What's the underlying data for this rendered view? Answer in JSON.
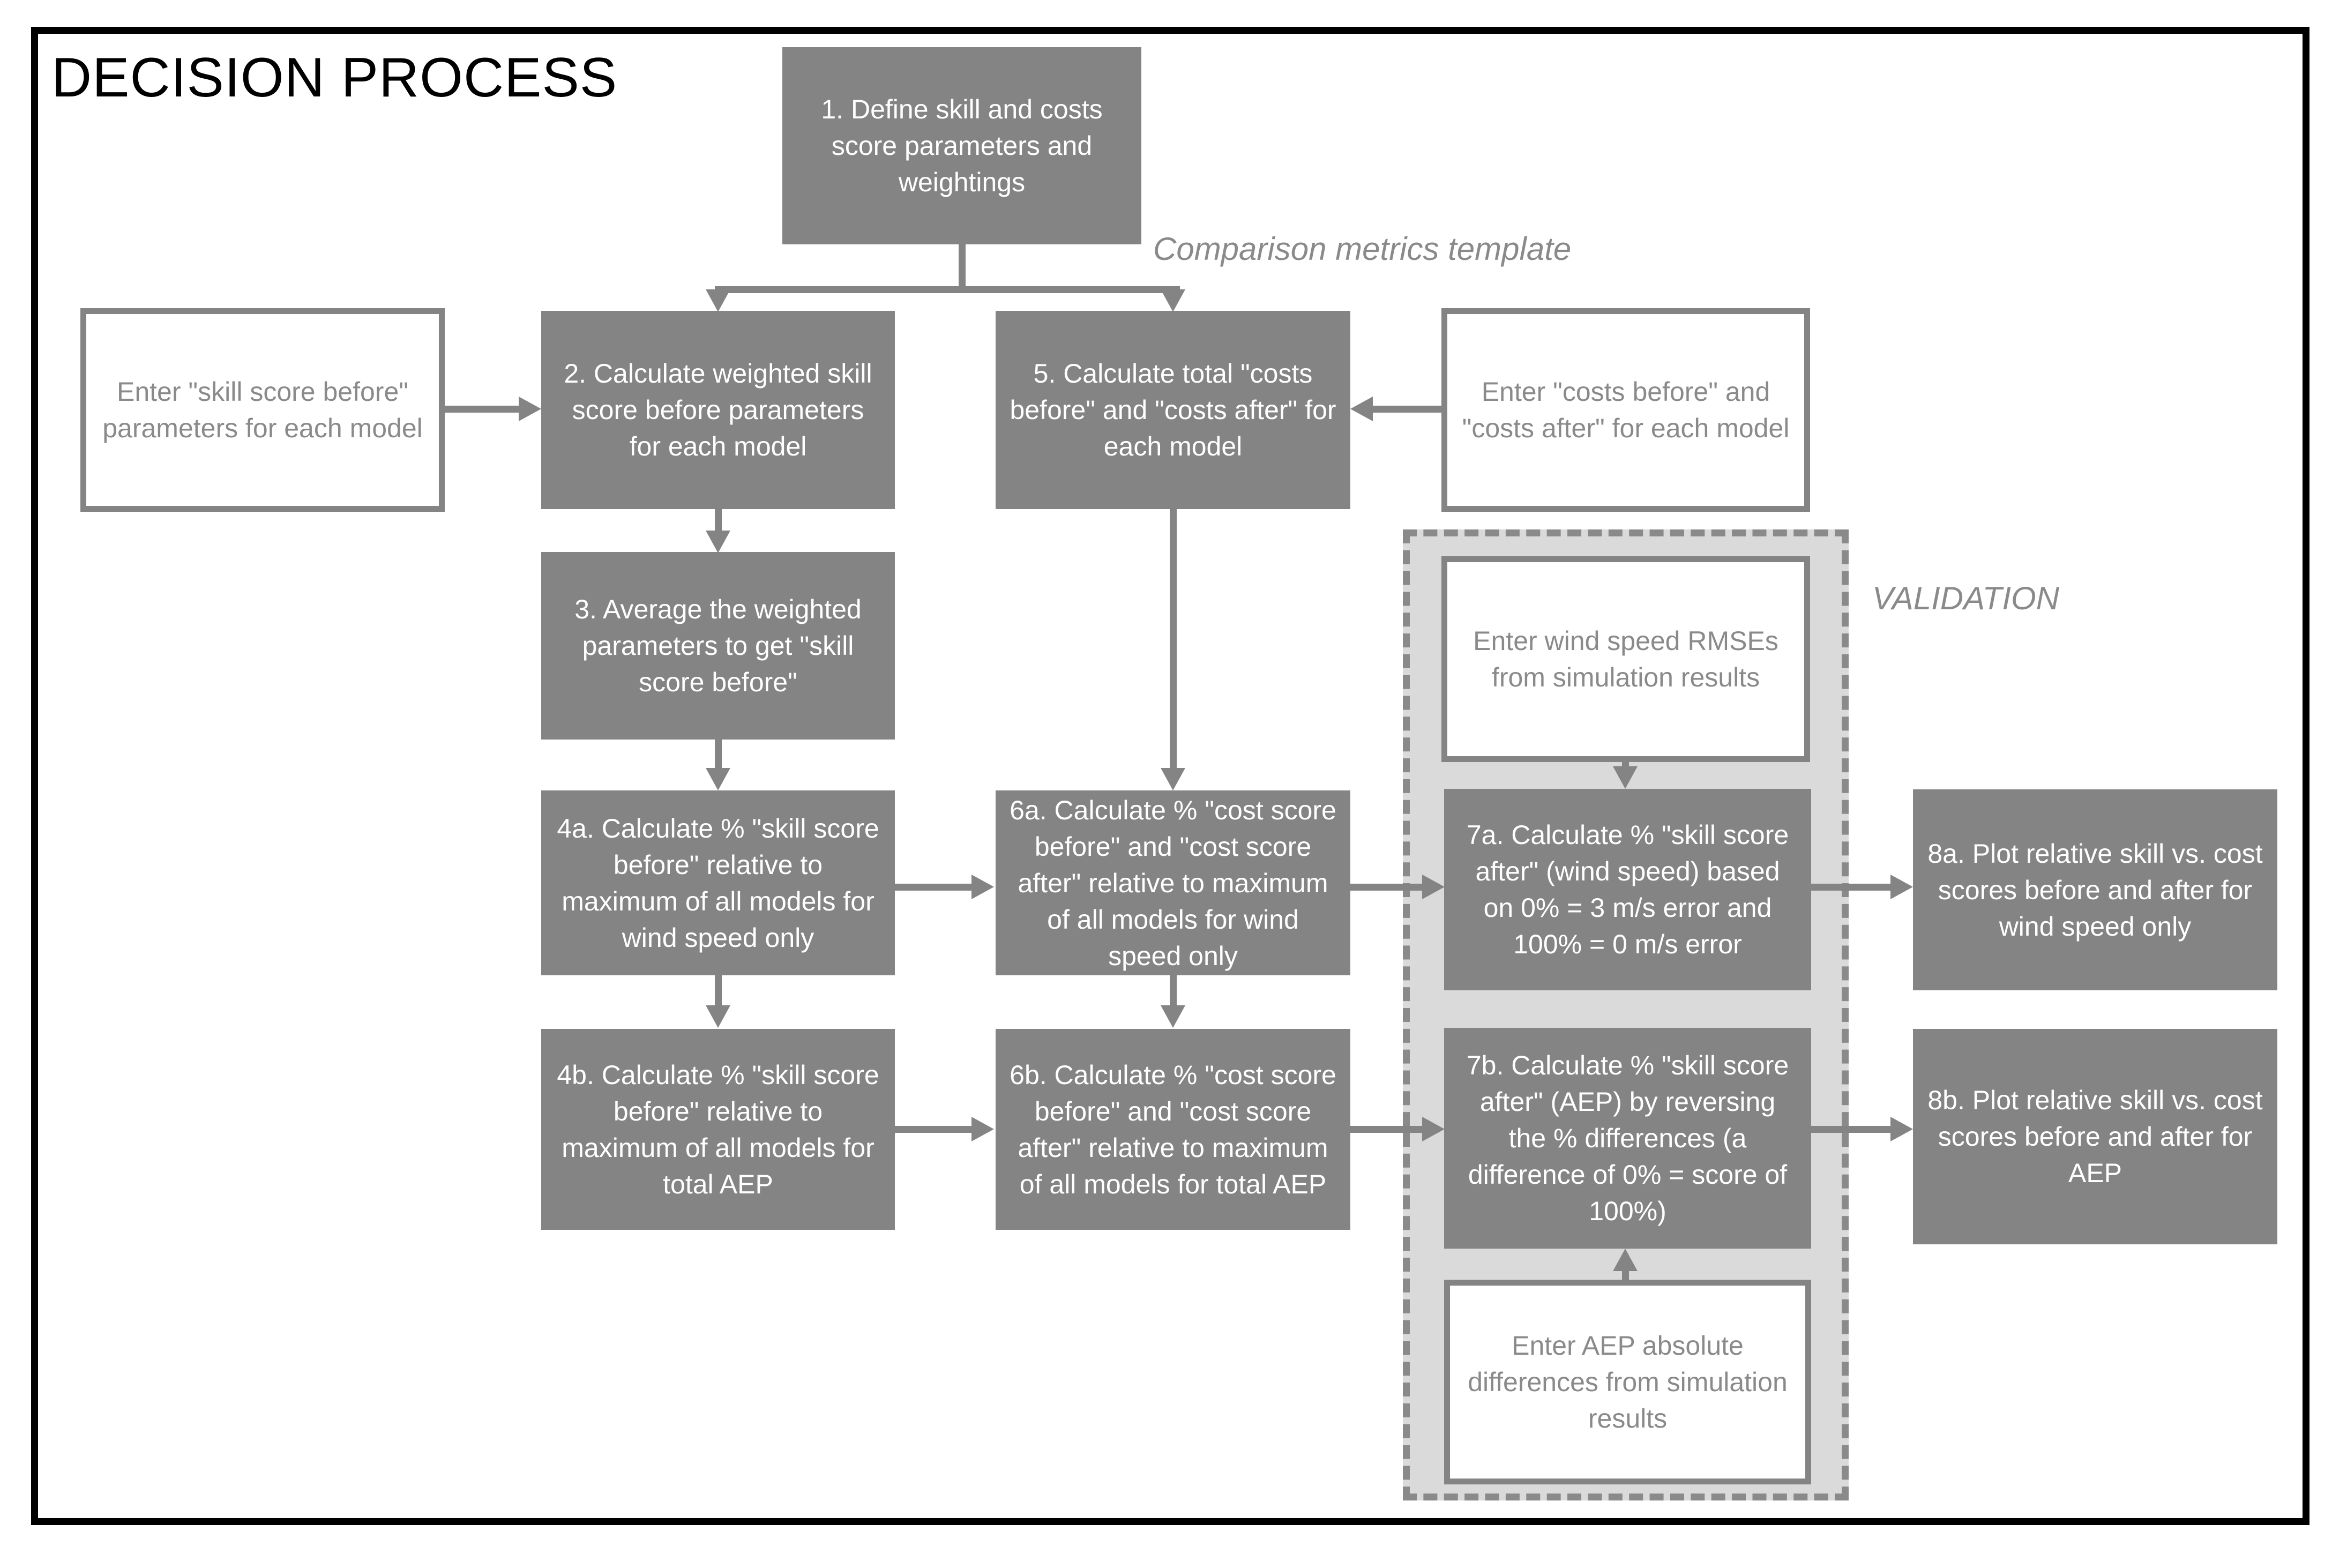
{
  "title": "DECISION PROCESS",
  "labels": {
    "comparison": "Comparison metrics template",
    "validation": "VALIDATION"
  },
  "colors": {
    "box_fill": "#848484",
    "box_text": "#ffffff",
    "input_border": "#848484",
    "muted_text": "#8a8a8a",
    "validation_fill": "#dadada",
    "frame_border": "#000000"
  },
  "boxes": {
    "step1": "1. Define skill and costs score parameters and weightings",
    "step2": "2. Calculate weighted skill score before parameters for each model",
    "step3": "3. Average the weighted parameters to get \"skill score before\"",
    "step4a": "4a. Calculate % \"skill score before\" relative to maximum of all models for wind speed only",
    "step4b": "4b. Calculate % \"skill score before\" relative to maximum of all models for total AEP",
    "step5": "5. Calculate total \"costs before\" and \"costs after\" for each model",
    "step6a": "6a. Calculate % \"cost score before\" and \"cost score after\" relative to maximum of all models for wind speed only",
    "step6b": "6b. Calculate % \"cost score before\" and \"cost score after\" relative to maximum of all models for total AEP",
    "step7a": "7a. Calculate % \"skill score after\" (wind speed) based on 0% = 3 m/s error and 100% = 0 m/s error",
    "step7b": "7b. Calculate % \"skill score after\" (AEP) by reversing the % differences (a difference of 0% = score of 100%)",
    "step8a": "8a. Plot relative skill vs. cost scores before and after for wind speed only",
    "step8b": "8b. Plot relative skill vs. cost scores before and after for AEP"
  },
  "inputs": {
    "skill_before": "Enter \"skill score before\" parameters for each model",
    "costs": "Enter \"costs before\" and \"costs after\" for each model",
    "wind_rmse": "Enter wind speed RMSEs from simulation results",
    "aep_diff": "Enter AEP absolute differences from simulation results"
  }
}
